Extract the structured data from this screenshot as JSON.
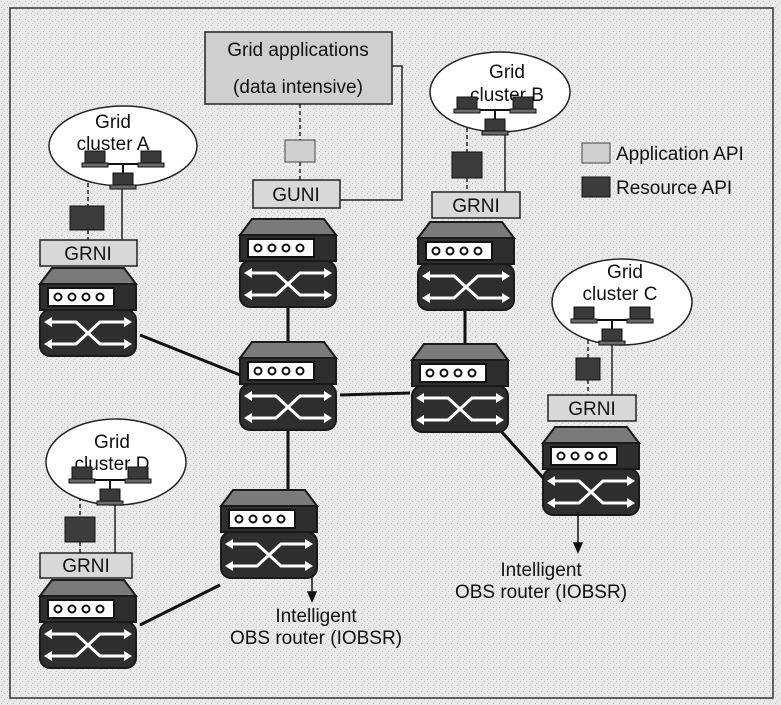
{
  "colors": {
    "background": "#e9e9e9",
    "application_api": "#cfcfcf",
    "resource_api": "#3c3c3c",
    "router_body": "#2e2e2e"
  },
  "icons": [
    "router-icon",
    "workstation-icon",
    "application-api-block",
    "resource-api-block",
    "arrow-icon"
  ],
  "grid_app": {
    "line1": "Grid applications",
    "line2": "(data intensive)"
  },
  "clusters": {
    "a": {
      "line1": "Grid",
      "line2": "cluster A"
    },
    "b": {
      "line1": "Grid",
      "line2": "cluster B"
    },
    "c": {
      "line1": "Grid",
      "line2": "cluster C"
    },
    "d": {
      "line1": "Grid",
      "line2": "cluster D"
    }
  },
  "interfaces": {
    "grni": "GRNI",
    "guni": "GUNI"
  },
  "legend": {
    "application_api": "Application API",
    "resource_api": "Resource API"
  },
  "router_label": {
    "line1": "Intelligent",
    "line2": "OBS router (IOBSR)"
  }
}
